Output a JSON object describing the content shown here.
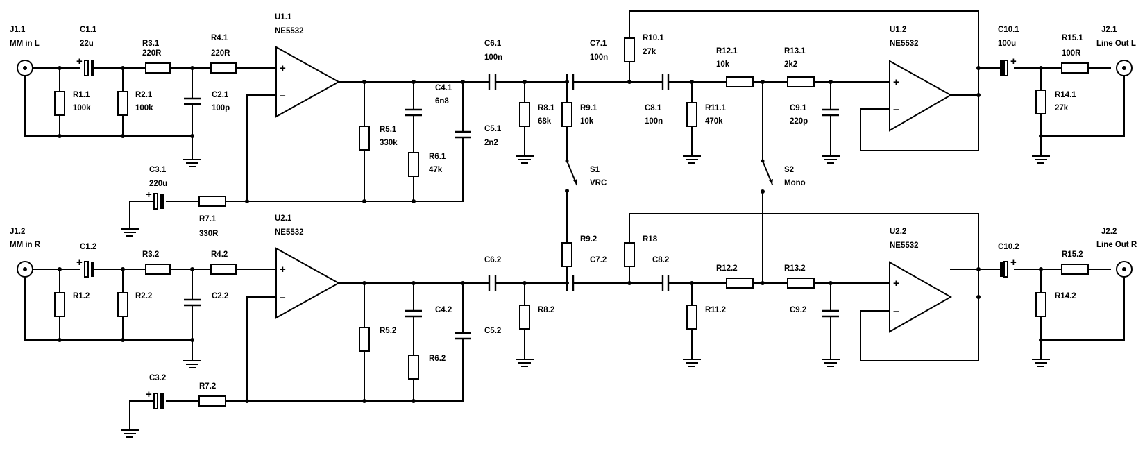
{
  "components": {
    "J1_1": {
      "ref": "J1.1",
      "value": "MM in L"
    },
    "J1_2": {
      "ref": "J1.2",
      "value": "MM in R"
    },
    "J2_1": {
      "ref": "J2.1",
      "value": "Line Out L"
    },
    "J2_2": {
      "ref": "J2.2",
      "value": "Line Out R"
    },
    "C1_1": {
      "ref": "C1.1",
      "value": "22u"
    },
    "C1_2": {
      "ref": "C1.2",
      "value": ""
    },
    "R3_1": {
      "ref": "R3.1",
      "value": "220R"
    },
    "R3_2": {
      "ref": "R3.2",
      "value": ""
    },
    "R4_1": {
      "ref": "R4.1",
      "value": "220R"
    },
    "R4_2": {
      "ref": "R4.2",
      "value": ""
    },
    "U1_1": {
      "ref": "U1.1",
      "value": "NE5532"
    },
    "U2_1": {
      "ref": "U2.1",
      "value": "NE5532"
    },
    "U1_2": {
      "ref": "U1.2",
      "value": "NE5532"
    },
    "U2_2": {
      "ref": "U2.2",
      "value": "NE5532"
    },
    "R1_1": {
      "ref": "R1.1",
      "value": "100k"
    },
    "R1_2": {
      "ref": "R1.2",
      "value": ""
    },
    "R2_1": {
      "ref": "R2.1",
      "value": "100k"
    },
    "R2_2": {
      "ref": "R2.2",
      "value": ""
    },
    "C2_1": {
      "ref": "C2.1",
      "value": "100p"
    },
    "C2_2": {
      "ref": "C2.2",
      "value": ""
    },
    "C3_1": {
      "ref": "C3.1",
      "value": "220u"
    },
    "C3_2": {
      "ref": "C3.2",
      "value": ""
    },
    "R7_1": {
      "ref": "R7.1",
      "value": "330R"
    },
    "R7_2": {
      "ref": "R7.2",
      "value": ""
    },
    "R5_1": {
      "ref": "R5.1",
      "value": "330k"
    },
    "R5_2": {
      "ref": "R5.2",
      "value": ""
    },
    "C4_1": {
      "ref": "C4.1",
      "value": "6n8"
    },
    "C4_2": {
      "ref": "C4.2",
      "value": ""
    },
    "R6_1": {
      "ref": "R6.1",
      "value": "47k"
    },
    "R6_2": {
      "ref": "R6.2",
      "value": ""
    },
    "C5_1": {
      "ref": "C5.1",
      "value": "2n2"
    },
    "C5_2": {
      "ref": "C5.2",
      "value": ""
    },
    "C6_1": {
      "ref": "C6.1",
      "value": "100n"
    },
    "C6_2": {
      "ref": "C6.2",
      "value": ""
    },
    "R8_1": {
      "ref": "R8.1",
      "value": "68k"
    },
    "R8_2": {
      "ref": "R8.2",
      "value": ""
    },
    "R9_1": {
      "ref": "R9.1",
      "value": "10k"
    },
    "R9_2": {
      "ref": "R9.2",
      "value": ""
    },
    "C7_1": {
      "ref": "C7.1",
      "value": "100n"
    },
    "C7_2": {
      "ref": "C7.2",
      "value": ""
    },
    "R10_1": {
      "ref": "R10.1",
      "value": "27k"
    },
    "R18": {
      "ref": "R18",
      "value": ""
    },
    "C8_1": {
      "ref": "C8.1",
      "value": "100n"
    },
    "C8_2": {
      "ref": "C8.2",
      "value": ""
    },
    "R11_1": {
      "ref": "R11.1",
      "value": "470k"
    },
    "R11_2": {
      "ref": "R11.2",
      "value": ""
    },
    "R12_1": {
      "ref": "R12.1",
      "value": "10k"
    },
    "R12_2": {
      "ref": "R12.2",
      "value": ""
    },
    "R13_1": {
      "ref": "R13.1",
      "value": "2k2"
    },
    "R13_2": {
      "ref": "R13.2",
      "value": ""
    },
    "C9_1": {
      "ref": "C9.1",
      "value": "220p"
    },
    "C9_2": {
      "ref": "C9.2",
      "value": ""
    },
    "C10_1": {
      "ref": "C10.1",
      "value": "100u"
    },
    "C10_2": {
      "ref": "C10.2",
      "value": ""
    },
    "R15_1": {
      "ref": "R15.1",
      "value": "100R"
    },
    "R15_2": {
      "ref": "R15.2",
      "value": ""
    },
    "R14_1": {
      "ref": "R14.1",
      "value": "27k"
    },
    "R14_2": {
      "ref": "R14.2",
      "value": ""
    },
    "S1": {
      "ref": "S1",
      "value": "VRC"
    },
    "S2": {
      "ref": "S2",
      "value": "Mono"
    }
  },
  "symbols": {
    "plus": "+",
    "minus": "−"
  }
}
